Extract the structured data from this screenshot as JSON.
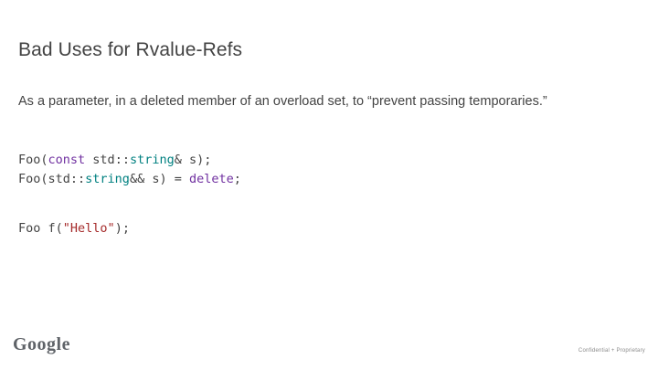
{
  "slide": {
    "title": "Bad Uses for Rvalue-Refs",
    "body": "As a parameter, in a deleted member of an overload set, to “prevent passing temporaries.”",
    "code_block_1": {
      "line1": {
        "a": "Foo(",
        "b": "const",
        "c": " ",
        "d": "std",
        "e": "::",
        "f": "string",
        "g": "& s);"
      },
      "line2": {
        "a": "Foo(",
        "b": "std",
        "c": "::",
        "d": "string",
        "e": "&& s) = ",
        "f": "delete",
        "g": ";"
      }
    },
    "code_block_2": {
      "line1": {
        "a": "Foo f(",
        "b": "\"Hello\"",
        "c": ");"
      }
    },
    "footer": {
      "logo_text": "Google",
      "confidential": "Confidential + Proprietary"
    }
  },
  "colors": {
    "text": "#434343",
    "keyword": "#7030a0",
    "string": "#a52a2a",
    "teal": "#008080",
    "background": "#ffffff"
  }
}
